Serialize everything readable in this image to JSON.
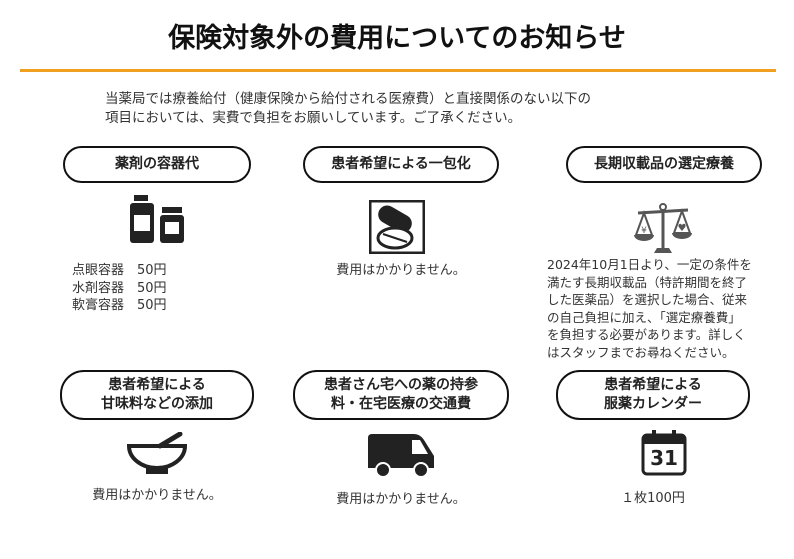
{
  "title": "保険対象外の費用についてのお知らせ",
  "intro": [
    "当薬局では療養給付（健康保険から給付される医療費）と直接関係のない以下の",
    "項目においては、実費で負担をお願いしています。ご了承ください。"
  ],
  "items": [
    {
      "label": [
        "薬剤の容器代"
      ],
      "icon": "medicine-bottles-icon",
      "text": [
        "点眼容器　50円",
        "水剤容器　50円",
        "軟膏容器　50円"
      ]
    },
    {
      "label": [
        "患者希望による一包化"
      ],
      "icon": "pill-packet-icon",
      "text": [
        "費用はかかりません。"
      ]
    },
    {
      "label": [
        "長期収載品の選定療養"
      ],
      "icon": "balance-scale-icon",
      "text": [
        "2024年10月1日より、一定の条件を",
        "満たす長期収載品（特許期間を終了",
        "した医薬品）を選択した場合、従来",
        "の自己負担に加え、「選定療養費」",
        "を負担する必要があります。詳しく",
        "はスタッフまでお尋ねください。"
      ]
    },
    {
      "label": [
        "患者希望による",
        "甘味料などの添加"
      ],
      "icon": "mortar-bowl-icon",
      "text": [
        "費用はかかりません。"
      ]
    },
    {
      "label": [
        "患者さん宅への薬の持参",
        "料・在宅医療の交通費"
      ],
      "icon": "delivery-truck-icon",
      "text": [
        "費用はかかりません。"
      ]
    },
    {
      "label": [
        "患者希望による",
        "服薬カレンダー"
      ],
      "icon": "calendar-icon",
      "text": [
        "１枚100円"
      ],
      "calendar_day": "31"
    }
  ],
  "colors": {
    "accent": "#f0a020",
    "icon": "#222222"
  }
}
